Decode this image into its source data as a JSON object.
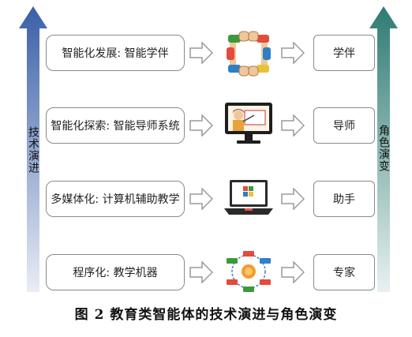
{
  "left_axis": {
    "label": "技术演进",
    "color_top": "#3a5fa8",
    "color_bottom": "#e8ecf4"
  },
  "right_axis": {
    "label": "角色演变",
    "color_top": "#2e7b73",
    "color_bottom": "#e8f1f0"
  },
  "stages": [
    {
      "label": "智能化发展: 智能学伴",
      "role": "学伴",
      "icon": "hands-teamwork-icon"
    },
    {
      "label": "智能化探索: 智能导师系统",
      "role": "导师",
      "icon": "teacher-monitor-icon"
    },
    {
      "label": "多媒体化: 计算机辅助教学",
      "role": "助手",
      "icon": "laptop-windows-icon"
    },
    {
      "label": "程序化: 教学机器",
      "role": "专家",
      "icon": "cycle-machine-icon"
    }
  ],
  "caption": "图  2  教育类智能体的技术演进与角色演变"
}
